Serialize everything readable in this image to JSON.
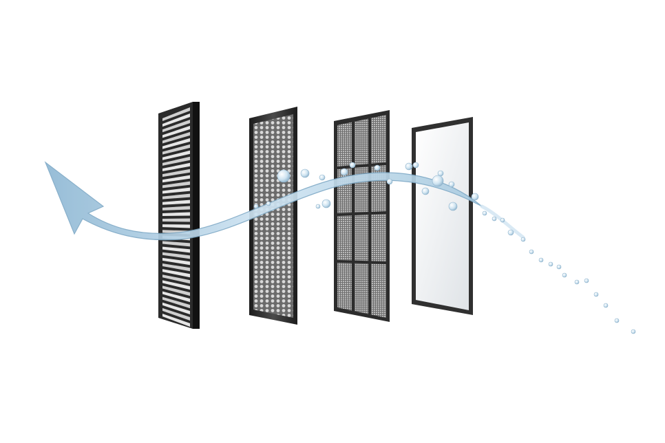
{
  "illustration": {
    "background_color": "#ffffff",
    "panel_frame_color": "#2a2a2a",
    "panel_fill_light": "#f2f4f6",
    "airflow_color": "#bcd8ea",
    "droplet_color": "#cfe4f1",
    "layers": [
      {
        "name": "grille",
        "icon": "louvered-grille"
      },
      {
        "name": "honeycomb-filter",
        "icon": "hexagon-mesh"
      },
      {
        "name": "mesh-filter",
        "icon": "grid-mesh"
      },
      {
        "name": "hepa-filter",
        "icon": "white-sheet"
      }
    ],
    "arrow_icon": "airflow-arrow-icon"
  }
}
